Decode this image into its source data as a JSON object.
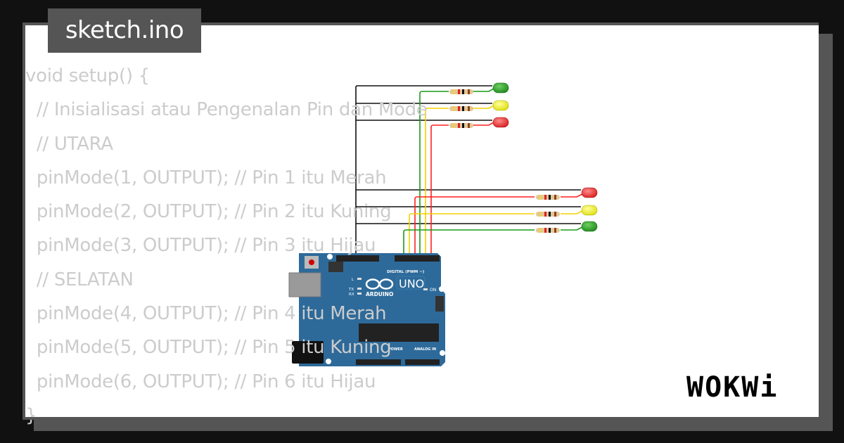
{
  "file_tab": {
    "label": "sketch.ino"
  },
  "code_lines": [
    "void setup() {",
    "  // Inisialisasi atau Pengenalan Pin dan Mode",
    "  // UTARA",
    "  pinMode(1, OUTPUT); // Pin 1 itu Merah",
    "  pinMode(2, OUTPUT); // Pin 2 itu Kuning",
    "  pinMode(3, OUTPUT); // Pin 3 itu Hijau",
    "  // SELATAN",
    "  pinMode(4, OUTPUT); // Pin 4 itu Merah",
    "  pinMode(5, OUTPUT); // Pin 5 itu Kuning",
    "  pinMode(6, OUTPUT); // Pin 6 itu Hijau",
    "}"
  ],
  "board": {
    "model": "UNO",
    "brand": "ARDUINO",
    "digital_label": "DIGITAL (PWM ~)",
    "power_label": "POWER",
    "analog_label": "ANALOG IN",
    "on_label": "ON",
    "l_label": "L",
    "tx_label": "TX",
    "rx_label": "RX"
  },
  "leds": [
    {
      "group": "top",
      "color": "green"
    },
    {
      "group": "top",
      "color": "yellow"
    },
    {
      "group": "top",
      "color": "red"
    },
    {
      "group": "bottom",
      "color": "red"
    },
    {
      "group": "bottom",
      "color": "yellow"
    },
    {
      "group": "bottom",
      "color": "green"
    }
  ],
  "colors": {
    "background": "#111111",
    "frame": "#555555",
    "code_text": "#cccccc",
    "board_blue": "#2d6a9a",
    "wire_red": "#ff2020",
    "wire_yellow": "#f5d000",
    "wire_green": "#1a9a1a"
  },
  "brand_logo": {
    "text": "WOKWi"
  }
}
